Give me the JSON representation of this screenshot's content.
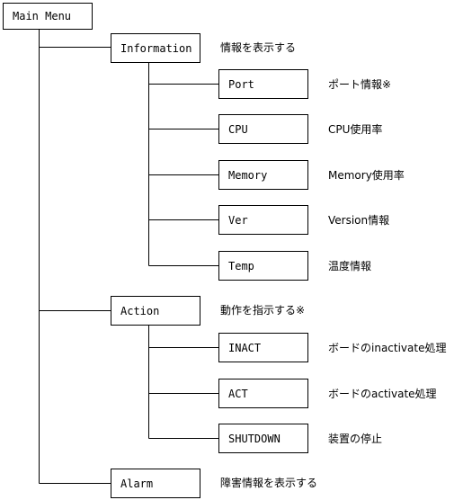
{
  "main_menu": {
    "label": "Main Menu"
  },
  "information": {
    "label": "Information",
    "desc": "情報を表示する",
    "children": [
      {
        "label": "Port",
        "desc": "ポート情報※"
      },
      {
        "label": "CPU",
        "desc": "CPU使用率"
      },
      {
        "label": "Memory",
        "desc": "Memory使用率"
      },
      {
        "label": "Ver",
        "desc": "Version情報"
      },
      {
        "label": "Temp",
        "desc": "温度情報"
      }
    ]
  },
  "action": {
    "label": "Action",
    "desc": "動作を指示する※",
    "children": [
      {
        "label": "INACT",
        "desc": "ボードのinactivate処理"
      },
      {
        "label": "ACT",
        "desc": "ボードのactivate処理"
      },
      {
        "label": "SHUTDOWN",
        "desc": "装置の停止"
      }
    ]
  },
  "alarm": {
    "label": "Alarm",
    "desc": "障害情報を表示する"
  }
}
